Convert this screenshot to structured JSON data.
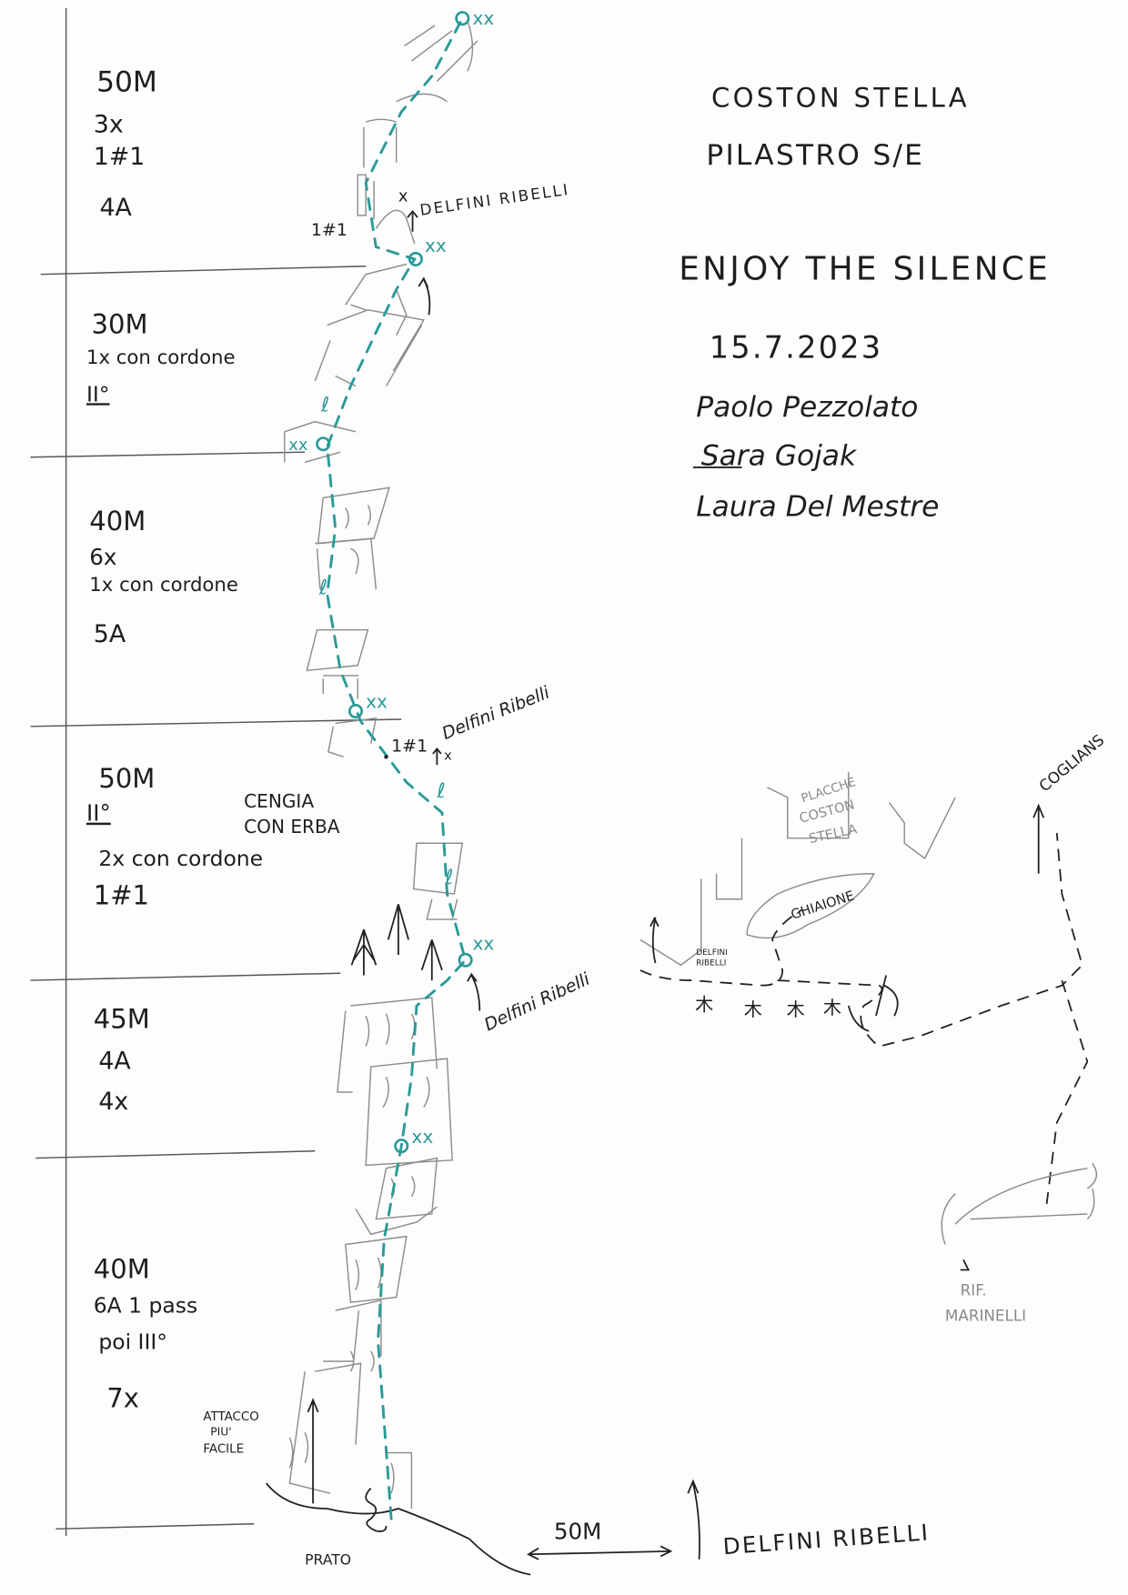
{
  "header": {
    "area": "COSTON STELLA",
    "face": "PILASTRO S/E",
    "route_name": "ENJOY THE SILENCE",
    "date": "15.7.2023",
    "climbers": [
      "Paolo Pezzolato",
      "Sara Gojak",
      "Laura Del Mestre"
    ]
  },
  "pitches": [
    {
      "length": "50M",
      "notes": [
        "3x",
        "1#1",
        "4A"
      ]
    },
    {
      "length": "30M",
      "notes": [
        "1x con cordone",
        "II°"
      ]
    },
    {
      "length": "40M",
      "notes": [
        "6x",
        "1x con cordone",
        "5A"
      ]
    },
    {
      "length": "50M",
      "notes": [
        "II°",
        "2x con cordone",
        "1#1"
      ]
    },
    {
      "length": "45M",
      "notes": [
        "4A",
        "4x"
      ]
    },
    {
      "length": "40M",
      "notes": [
        "6A 1 pass",
        "poi III°",
        "7x"
      ]
    }
  ],
  "annotations": {
    "top_cam": "1#1",
    "delfini_top": "DELFINI RIBELLI",
    "x_mark": "x",
    "ledge_cam": "1#1",
    "delfini_mid": "Delfini Ribelli",
    "ledge_label": [
      "CENGIA",
      "CON ERBA"
    ],
    "delfini_lower": "Delfini Ribelli",
    "easier_start": [
      "ATTACCO",
      "PIU'",
      "FACILE"
    ],
    "meadow": "PRATO",
    "distance": "50M",
    "delfini_bottom": "DELFINI RIBELLI"
  },
  "belay_marks": {
    "o": "o",
    "xx": "xx"
  },
  "approach_map": {
    "slabs": [
      "PLACCHE",
      "COSTON",
      "STELLA"
    ],
    "scree": "GHIAIONE",
    "delfini": [
      "DELFINI",
      "RIBELLI"
    ],
    "peak": "COGLIANS",
    "hut": [
      "RIF.",
      "MARINELLI"
    ]
  },
  "colors": {
    "route": "#2a9a98",
    "ink": "#1e1e1e",
    "pencil": "#8d8d8d"
  }
}
